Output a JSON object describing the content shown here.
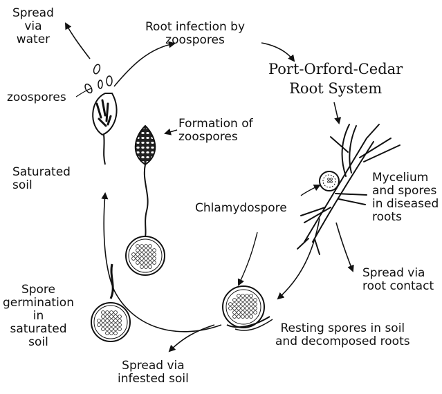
{
  "labels": {
    "spread_water": [
      "Spread",
      "via",
      "water"
    ],
    "root_infection": [
      "Root infection by",
      "zoospores"
    ],
    "poc_title": [
      "Port-Orford-Cedar",
      "Root System"
    ],
    "zoospores": "zoospores",
    "formation": [
      "Formation of",
      "zoospores"
    ],
    "saturated_soil": [
      "Saturated",
      "soil"
    ],
    "mycelium": [
      "Mycelium",
      "and spores",
      "in diseased",
      "roots"
    ],
    "chlamydospore": "Chlamydospore",
    "root_contact": [
      "Spread via",
      "root contact"
    ],
    "germination": [
      "Spore",
      "germination",
      "in",
      "saturated",
      "soil"
    ],
    "resting": [
      "Resting spores in soil",
      "and decomposed roots"
    ],
    "infested_soil": [
      "Spread via",
      "infested soil"
    ]
  }
}
